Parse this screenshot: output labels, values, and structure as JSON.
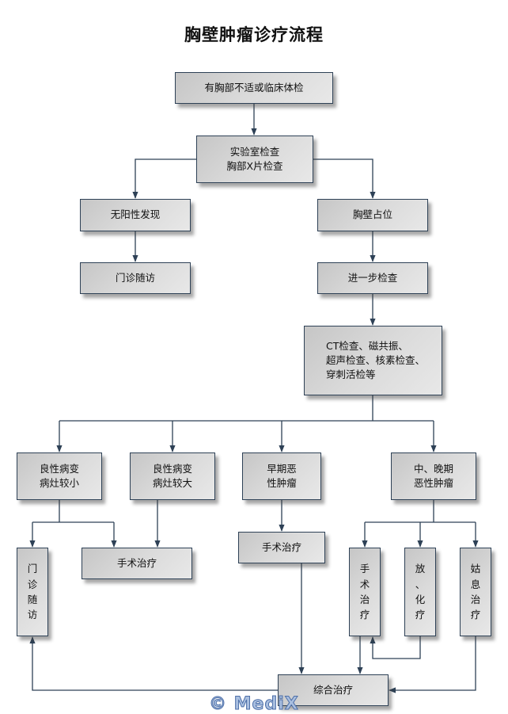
{
  "title": "胸壁肿瘤诊疗流程",
  "nodes": {
    "discomfort": "有胸部不适或临床体检",
    "lab_exam": "实验室检查\n胸部X片检查",
    "no_positive": "无阳性发现",
    "followup_top": "门诊随访",
    "chest_mass": "胸壁占位",
    "further_exam": "进一步检查",
    "imaging": "CT检查、磁共振、\n超声检查、核素检查、\n穿刺活检等",
    "benign_small": "良性病变\n病灶较小",
    "benign_large": "良性病变\n病灶较大",
    "early_malignant": "早期恶\n性肿瘤",
    "late_malignant": "中、晚期\n恶性肿瘤",
    "followup_bottom": "门\n诊\n随\n访",
    "surgery_benign": "手术治疗",
    "surgery_early": "手术治疗",
    "surgery_late": "手\n术\n治\n疗",
    "radio_chemo": "放\n、\n化\n疗",
    "palliative": "姑\n息\n治\n疗",
    "comprehensive": "综合治疗"
  },
  "watermark": "© MediX",
  "colors": {
    "line": "#2e4156",
    "node_border": "#2e4156"
  }
}
